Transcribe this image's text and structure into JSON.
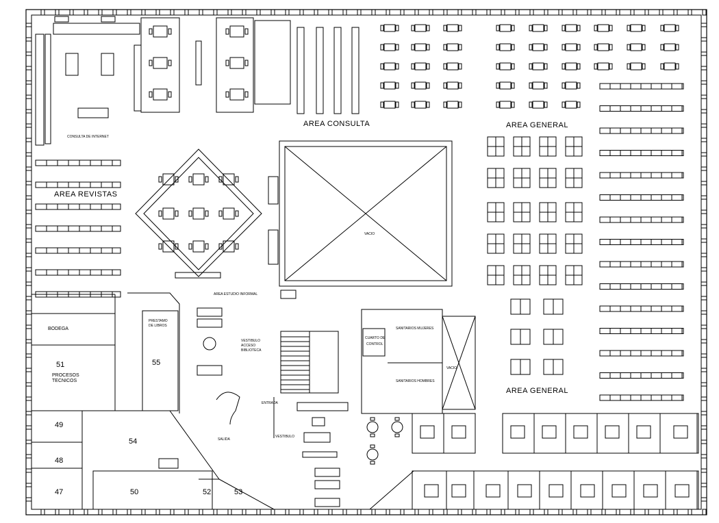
{
  "labels": {
    "area_consulta": "AREA CONSULTA",
    "area_general_top": "AREA GENERAL",
    "area_general_bottom": "AREA GENERAL",
    "area_revistas": "AREA REVISTAS",
    "consulta_internet": "CONSULTA DE INTERNET",
    "vacio_center": "VACIO",
    "vacio_small": "VACIO",
    "area_estudio_informal": "AREA ESTUDIO INFORMAL",
    "bodega": "BODEGA",
    "procesos_num": "51",
    "procesos_line1": "PROCESOS",
    "procesos_line2": "TECNICOS",
    "prestamo_line1": "PRESTAMO",
    "prestamo_line2": "DE LIBROS",
    "room_55": "55",
    "vestibulo_acceso_1": "VESTIBULO",
    "vestibulo_acceso_2": "ACCESO",
    "vestibulo_acceso_3": "BIBLIOTECA",
    "entrada": "ENTRADA",
    "salida": "SALIDA",
    "vestibulo": "VESTIBULO",
    "cuarto_1": "CUARTO DE",
    "cuarto_2": "CONTROL",
    "sanitarios_mujeres": "SANITARIOS MUJERES",
    "sanitarios_hombres": "SANITARIOS HOMBRES",
    "room_49": "49",
    "room_48": "48",
    "room_47": "47",
    "room_50": "50",
    "room_54": "54",
    "room_52": "52",
    "room_53": "53"
  },
  "colors": {
    "line": "#000000",
    "background": "#ffffff"
  }
}
